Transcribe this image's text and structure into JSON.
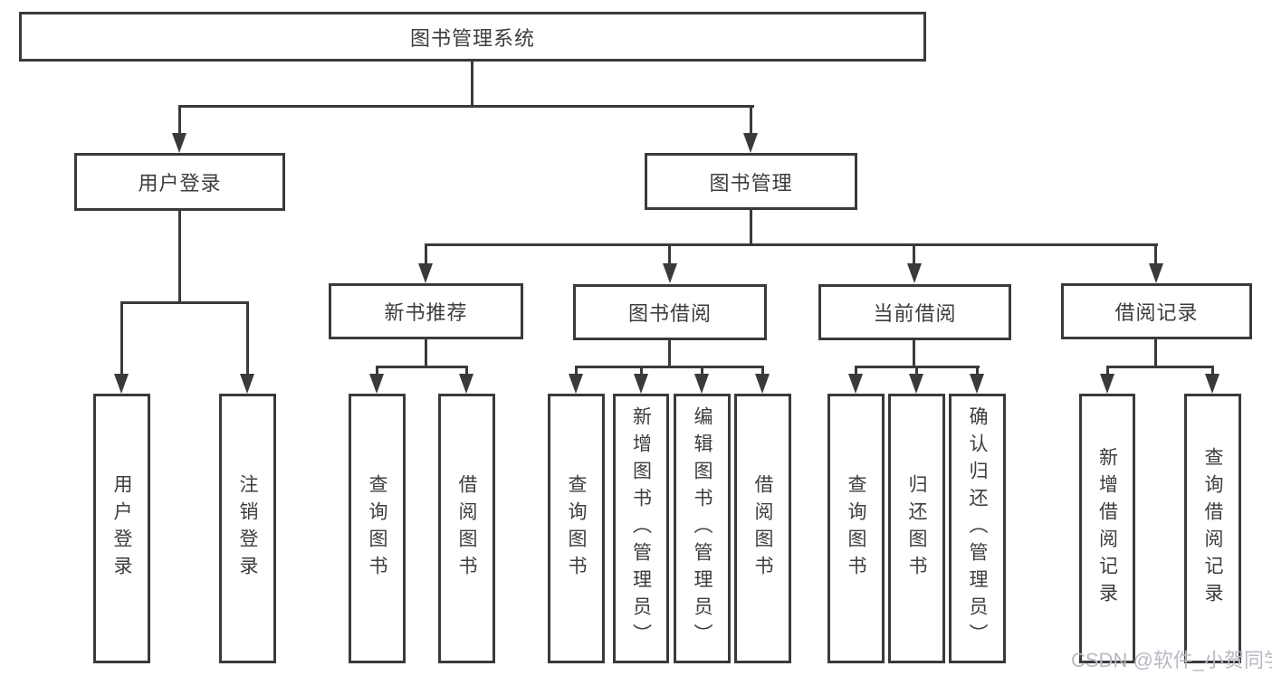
{
  "colors": {
    "line": "#3a3a3a",
    "text": "#3d3d3d",
    "wm": "#b6bac3"
  },
  "diagram_type": "hierarchy-tree",
  "tree": {
    "label": "图书管理系统",
    "children": [
      {
        "label": "用户登录",
        "children": [
          {
            "label": "用户登录"
          },
          {
            "label": "注销登录"
          }
        ]
      },
      {
        "label": "图书管理",
        "children": [
          {
            "label": "新书推荐",
            "children": [
              {
                "label": "查询图书"
              },
              {
                "label": "借阅图书"
              }
            ]
          },
          {
            "label": "图书借阅",
            "children": [
              {
                "label": "查询图书"
              },
              {
                "label": "新增图书（管理员）"
              },
              {
                "label": "编辑图书（管理员）"
              },
              {
                "label": "借阅图书"
              }
            ]
          },
          {
            "label": "当前借阅",
            "children": [
              {
                "label": "查询图书"
              },
              {
                "label": "归还图书"
              },
              {
                "label": "确认归还（管理员）"
              }
            ]
          },
          {
            "label": "借阅记录",
            "children": [
              {
                "label": "新增借阅记录"
              },
              {
                "label": "查询借阅记录"
              }
            ]
          }
        ]
      }
    ]
  },
  "watermark": {
    "text": "CSDN @软件_小贺同学"
  }
}
